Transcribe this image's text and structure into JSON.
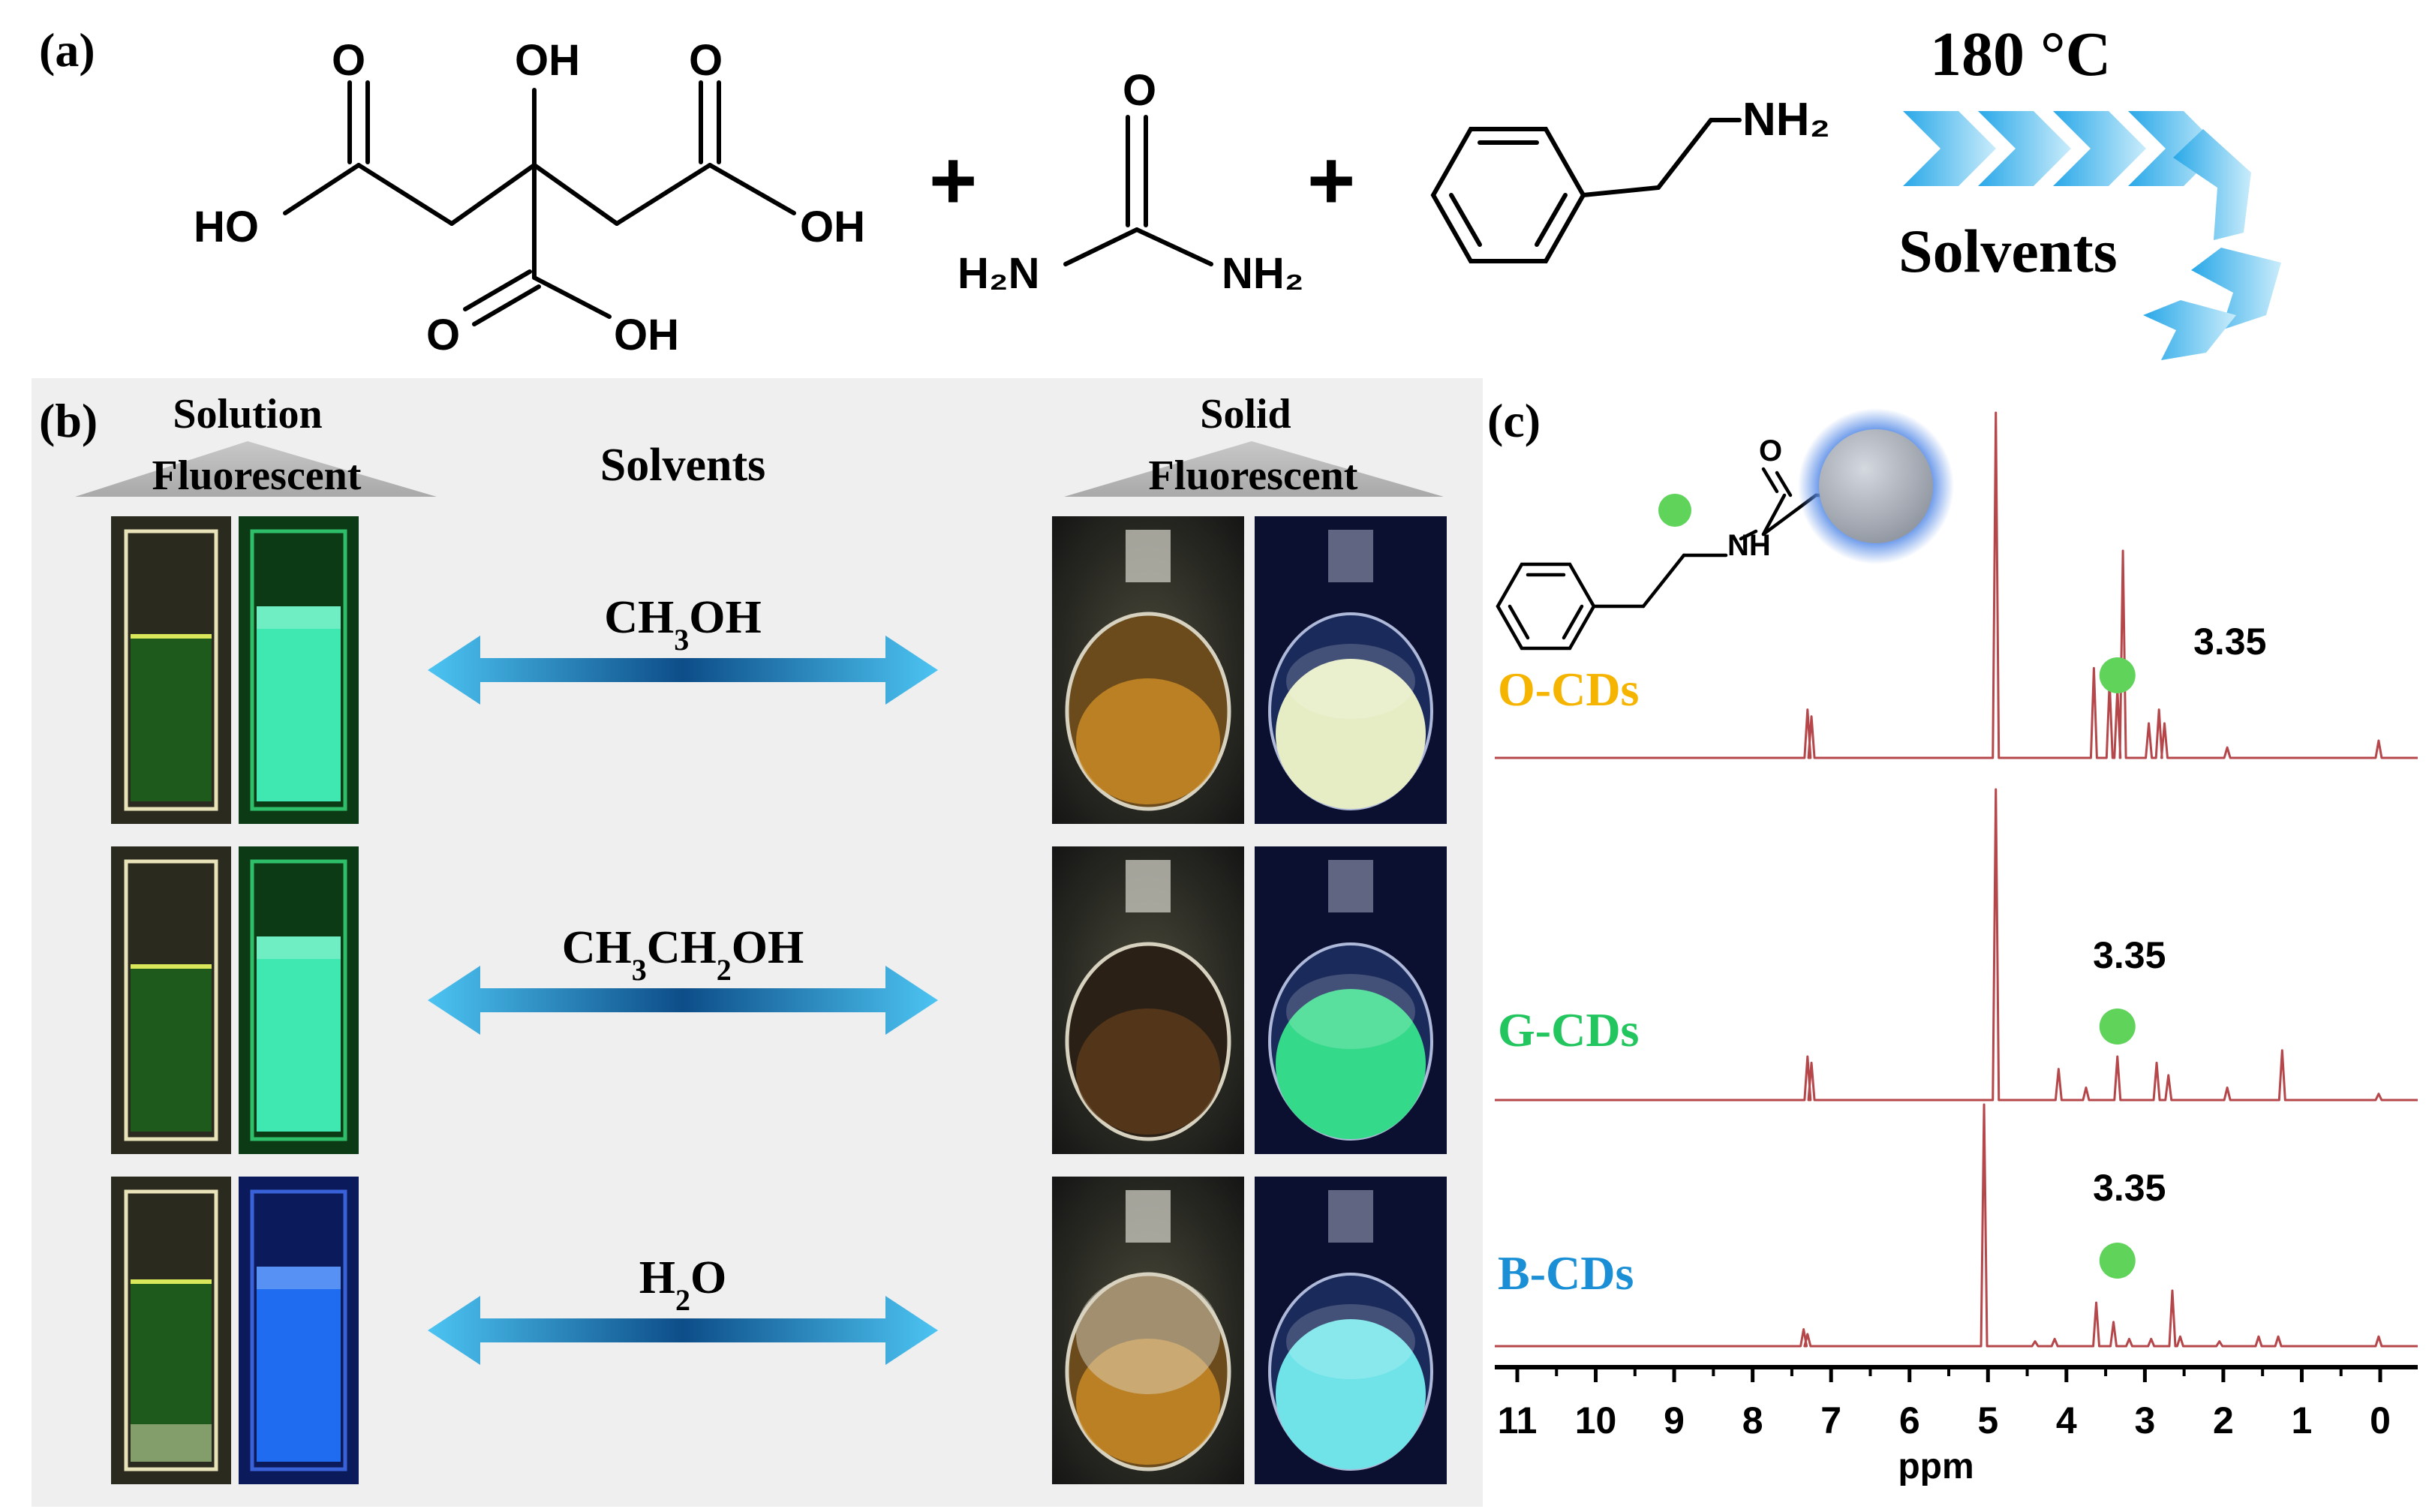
{
  "panel_labels": {
    "a": "(a)",
    "b": "(b)",
    "c": "(c)"
  },
  "reaction": {
    "citric_acid": {
      "o_left": "O",
      "oh_top": "OH",
      "o_right": "O",
      "ho_left": "HO",
      "oh_right": "OH",
      "o_bottom": "O",
      "oh_bottom": "OH"
    },
    "plus": "+",
    "urea": {
      "o": "O",
      "h2n": "H₂N",
      "nh2": "NH₂"
    },
    "phenethylamine": {
      "nh2": "NH₂"
    },
    "temperature": "180 °C",
    "solvents": "Solvents"
  },
  "panel_b": {
    "solution_header": [
      "Solution",
      "Fluorescent"
    ],
    "solid_header": [
      "Solid",
      "Fluorescent"
    ],
    "solvents_header": "Solvents",
    "rows": [
      {
        "solvent_html": "CH<tspan baseline-shift=\"sub\" font-size=\"40\">3</tspan>OH",
        "solvent_text": "CH3OH",
        "uv_cuvette_color": "#3fe8b0",
        "uv_flask_color": "#e6edc4"
      },
      {
        "solvent_html": "CH<tspan baseline-shift=\"sub\" font-size=\"40\">3</tspan>CH<tspan baseline-shift=\"sub\" font-size=\"40\">2</tspan>OH",
        "solvent_text": "CH3CH2OH",
        "uv_cuvette_color": "#3fe8b0",
        "uv_flask_color": "#35d98a"
      },
      {
        "solvent_html": "H<tspan baseline-shift=\"sub\" font-size=\"40\">2</tspan>O",
        "solvent_text": "H2O",
        "uv_cuvette_color": "#1f6cf0",
        "uv_flask_color": "#6fe3e8"
      }
    ]
  },
  "panel_c": {
    "structure": {
      "o": "O",
      "nh": "NH"
    },
    "spectra": [
      {
        "name": "O-CDs",
        "color": "#f5b400",
        "peak_label": "3.35"
      },
      {
        "name": "G-CDs",
        "color": "#22c55e",
        "peak_label": "3.35"
      },
      {
        "name": "B-CDs",
        "color": "#1b8fd6",
        "peak_label": "3.35"
      }
    ],
    "axis": {
      "ticks": [
        "11",
        "10",
        "9",
        "8",
        "7",
        "6",
        "5",
        "4",
        "3",
        "2",
        "1",
        "0"
      ],
      "label": "ppm"
    },
    "line_color": "#b5474b",
    "marker_color": "#5fd35a"
  }
}
